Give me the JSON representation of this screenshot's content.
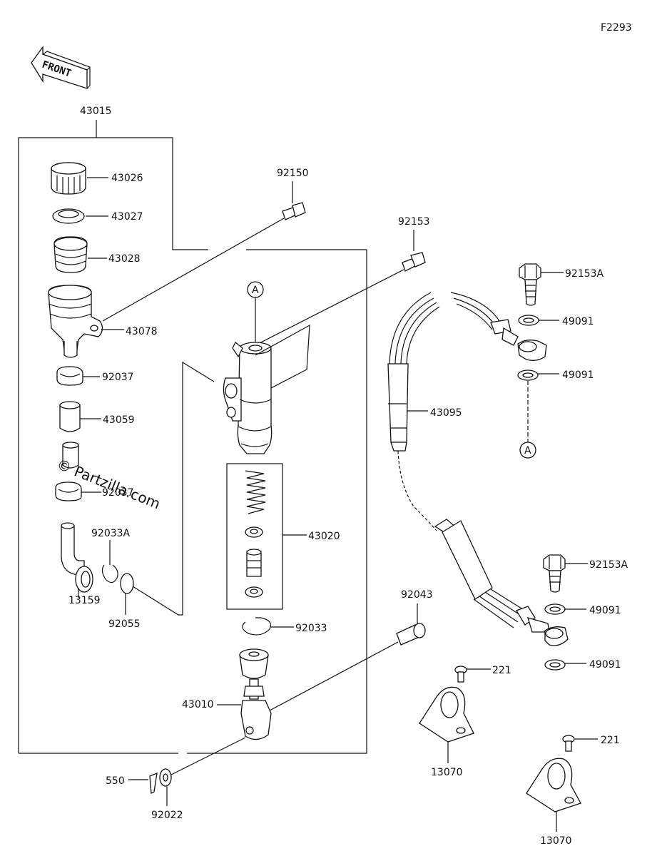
{
  "diagram_code": "F2293",
  "front_label": "FRONT",
  "watermark": "© Partzilla.com",
  "reference_marker": "A",
  "callouts": {
    "assembly": "43015",
    "cap": "43026",
    "diaphragm_plate": "43027",
    "diaphragm": "43028",
    "reservoir": "43078",
    "clamp_upper": "92037",
    "hose": "43059",
    "clamp_lower": "92037",
    "elbow_fitting": "13159",
    "snap_ring_a": "92033A",
    "o_ring": "92055",
    "reservoir_screw": "92150",
    "banjo_screw": "92153",
    "piston_kit": "43020",
    "snap_ring": "92033",
    "push_rod": "43010",
    "cotter_pin": "550",
    "washer": "92022",
    "joint_pin": "92043",
    "brake_hose": "43095",
    "banjo_bolt_top": "92153A",
    "gasket_1": "49091",
    "gasket_2": "49091",
    "banjo_bolt_bottom": "92153A",
    "gasket_3": "49091",
    "gasket_4": "49091",
    "guide_screw_1": "221",
    "hose_guide_1": "13070",
    "guide_screw_2": "221",
    "hose_guide_2": "13070"
  }
}
